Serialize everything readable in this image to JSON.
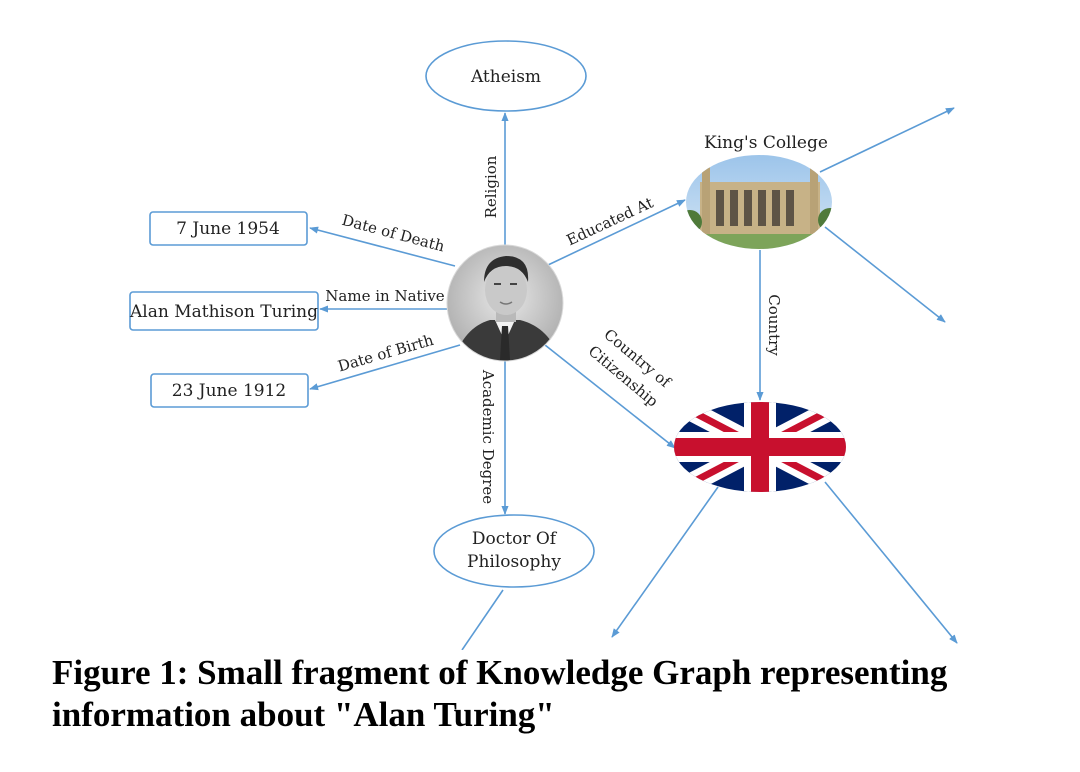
{
  "diagram": {
    "nodes": {
      "atheism": "Atheism",
      "death_date": "7 June 1954",
      "native_name": "Alan Mathison Turing",
      "birth_date": "23 June 1912",
      "phd_line1": "Doctor Of",
      "phd_line2": "Philosophy",
      "kings_college": "King's College"
    },
    "edges": {
      "religion": "Religion",
      "date_of_death": "Date of Death",
      "name_in_native": "Name in Native",
      "date_of_birth": "Date of Birth",
      "academic_degree": "Academic Degree",
      "educated_at": "Educated At",
      "country": "Country",
      "citizenship_line1": "Country of",
      "citizenship_line2": "Citizenship"
    },
    "colors": {
      "edge": "#5b9bd5",
      "flag_blue": "#012169",
      "flag_red": "#c8102e"
    }
  },
  "caption": {
    "line1": "Figure 1: Small fragment of Knowledge Graph representing",
    "line2": "information about \"Alan Turing\""
  }
}
